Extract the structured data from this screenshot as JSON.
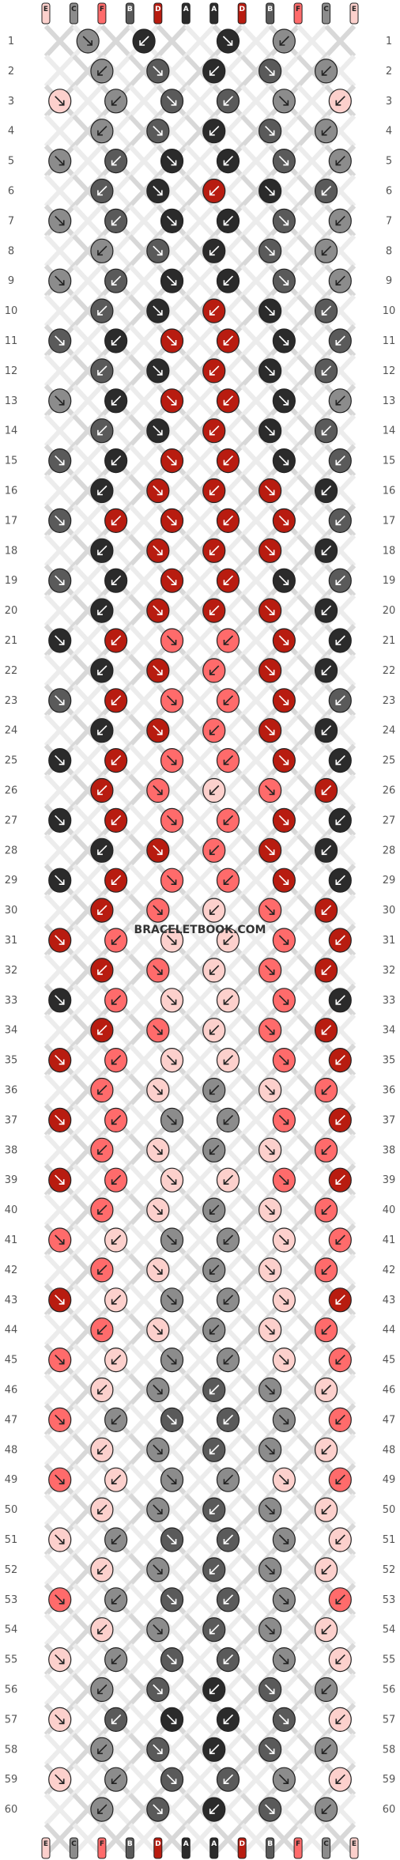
{
  "site": {
    "watermark": "BRACELETBOOK.COM"
  },
  "colors": {
    "A": "#2b2b2b",
    "B": "#5a5a5a",
    "C": "#8c8c8c",
    "D": "#b81c10",
    "E": "#fcd0cc",
    "F": "#ff6b6b"
  },
  "strands": {
    "top": [
      "E",
      "C",
      "F",
      "B",
      "D",
      "A",
      "A",
      "D",
      "B",
      "F",
      "C",
      "E"
    ],
    "bottom": [
      "E",
      "C",
      "F",
      "B",
      "D",
      "A",
      "A",
      "D",
      "B",
      "F",
      "C",
      "E"
    ]
  },
  "row_count": 60,
  "row_labels": [
    "1",
    "2",
    "3",
    "4",
    "5",
    "6",
    "7",
    "8",
    "9",
    "10",
    "11",
    "12",
    "13",
    "14",
    "15",
    "16",
    "17",
    "18",
    "19",
    "20",
    "21",
    "22",
    "23",
    "24",
    "25",
    "26",
    "27",
    "28",
    "29",
    "30",
    "31",
    "32",
    "33",
    "34",
    "35",
    "36",
    "37",
    "38",
    "39",
    "40",
    "41",
    "42",
    "43",
    "44",
    "45",
    "46",
    "47",
    "48",
    "49",
    "50",
    "51",
    "52",
    "53",
    "54",
    "55",
    "56",
    "57",
    "58",
    "59",
    "60"
  ],
  "knot_rows": [
    [
      "C",
      "A",
      "A",
      "C"
    ],
    [
      "C",
      "B",
      "A",
      "B",
      "C"
    ],
    [
      "E",
      "C",
      "B",
      "B",
      "C",
      "E"
    ],
    [
      "C",
      "B",
      "A",
      "B",
      "C"
    ],
    [
      "C",
      "B",
      "A",
      "A",
      "B",
      "C"
    ],
    [
      "B",
      "A",
      "D",
      "A",
      "B"
    ],
    [
      "C",
      "B",
      "A",
      "A",
      "B",
      "C"
    ],
    [
      "C",
      "B",
      "A",
      "B",
      "C"
    ],
    [
      "C",
      "B",
      "A",
      "A",
      "B",
      "C"
    ],
    [
      "B",
      "A",
      "D",
      "A",
      "B"
    ],
    [
      "B",
      "A",
      "D",
      "D",
      "A",
      "B"
    ],
    [
      "B",
      "A",
      "D",
      "A",
      "B"
    ],
    [
      "C",
      "A",
      "D",
      "D",
      "A",
      "C"
    ],
    [
      "B",
      "A",
      "D",
      "A",
      "B"
    ],
    [
      "B",
      "A",
      "D",
      "D",
      "A",
      "B"
    ],
    [
      "A",
      "D",
      "D",
      "D",
      "A"
    ],
    [
      "B",
      "D",
      "D",
      "D",
      "D",
      "B"
    ],
    [
      "A",
      "D",
      "D",
      "D",
      "A"
    ],
    [
      "B",
      "A",
      "D",
      "D",
      "A",
      "B"
    ],
    [
      "A",
      "D",
      "D",
      "D",
      "A"
    ],
    [
      "A",
      "D",
      "F",
      "F",
      "D",
      "A"
    ],
    [
      "A",
      "D",
      "F",
      "D",
      "A"
    ],
    [
      "B",
      "D",
      "F",
      "F",
      "D",
      "B"
    ],
    [
      "A",
      "D",
      "F",
      "D",
      "A"
    ],
    [
      "A",
      "D",
      "F",
      "F",
      "D",
      "A"
    ],
    [
      "D",
      "F",
      "E",
      "F",
      "D"
    ],
    [
      "A",
      "D",
      "F",
      "F",
      "D",
      "A"
    ],
    [
      "A",
      "D",
      "F",
      "D",
      "A"
    ],
    [
      "A",
      "D",
      "F",
      "F",
      "D",
      "A"
    ],
    [
      "D",
      "F",
      "E",
      "F",
      "D"
    ],
    [
      "D",
      "F",
      "E",
      "E",
      "F",
      "D"
    ],
    [
      "D",
      "F",
      "E",
      "F",
      "D"
    ],
    [
      "A",
      "F",
      "E",
      "E",
      "F",
      "A"
    ],
    [
      "D",
      "F",
      "E",
      "F",
      "D"
    ],
    [
      "D",
      "F",
      "E",
      "E",
      "F",
      "D"
    ],
    [
      "F",
      "E",
      "C",
      "E",
      "F"
    ],
    [
      "D",
      "F",
      "C",
      "C",
      "F",
      "D"
    ],
    [
      "F",
      "E",
      "C",
      "E",
      "F"
    ],
    [
      "D",
      "F",
      "E",
      "E",
      "F",
      "D"
    ],
    [
      "F",
      "E",
      "C",
      "E",
      "F"
    ],
    [
      "F",
      "E",
      "C",
      "C",
      "E",
      "F"
    ],
    [
      "F",
      "E",
      "C",
      "E",
      "F"
    ],
    [
      "D",
      "E",
      "C",
      "C",
      "E",
      "D"
    ],
    [
      "F",
      "E",
      "C",
      "E",
      "F"
    ],
    [
      "F",
      "E",
      "C",
      "C",
      "E",
      "F"
    ],
    [
      "E",
      "C",
      "B",
      "C",
      "E"
    ],
    [
      "F",
      "C",
      "B",
      "B",
      "C",
      "F"
    ],
    [
      "E",
      "C",
      "B",
      "C",
      "E"
    ],
    [
      "F",
      "E",
      "C",
      "C",
      "E",
      "F"
    ],
    [
      "E",
      "C",
      "B",
      "C",
      "E"
    ],
    [
      "E",
      "C",
      "B",
      "B",
      "C",
      "E"
    ],
    [
      "E",
      "C",
      "B",
      "C",
      "E"
    ],
    [
      "F",
      "C",
      "B",
      "B",
      "C",
      "F"
    ],
    [
      "E",
      "C",
      "B",
      "C",
      "E"
    ],
    [
      "E",
      "C",
      "B",
      "B",
      "C",
      "E"
    ],
    [
      "C",
      "B",
      "A",
      "B",
      "C"
    ],
    [
      "E",
      "B",
      "A",
      "A",
      "B",
      "E"
    ],
    [
      "C",
      "B",
      "A",
      "B",
      "C"
    ],
    [
      "E",
      "C",
      "B",
      "B",
      "C",
      "E"
    ],
    [
      "C",
      "B",
      "A",
      "B",
      "C"
    ]
  ]
}
